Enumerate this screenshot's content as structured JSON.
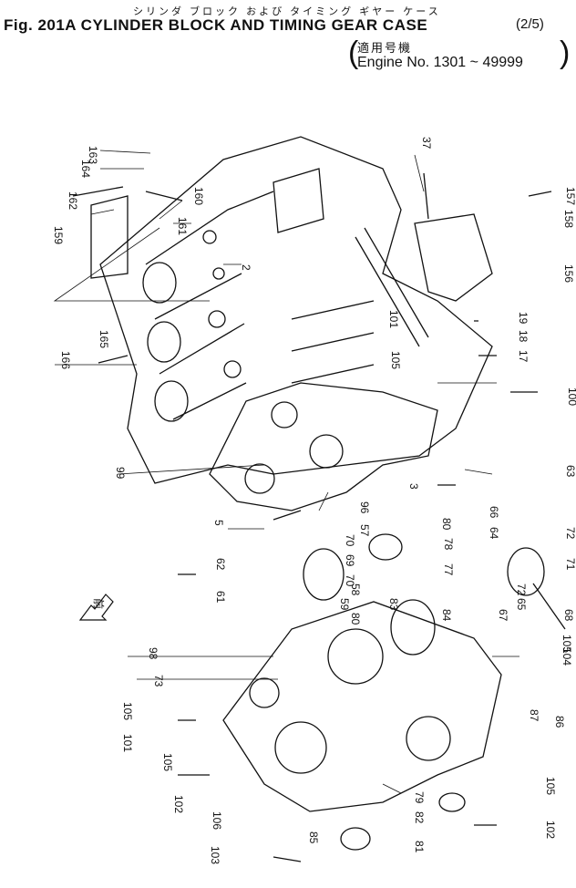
{
  "header": {
    "kana": "シリンダ ブロック および タイミング ギヤー ケース",
    "title": "Fig. 201A CYLINDER BLOCK AND TIMING GEAR CASE",
    "fraction": "(2/5)",
    "kanji": "適用号機",
    "engine": "Engine No. 1301 ~ 49999"
  },
  "arrow_label": "前",
  "parts": [
    {
      "id": "p163",
      "label": "163"
    },
    {
      "id": "p164",
      "label": "164"
    },
    {
      "id": "p162",
      "label": "162"
    },
    {
      "id": "p159",
      "label": "159"
    },
    {
      "id": "p160",
      "label": "160"
    },
    {
      "id": "p161",
      "label": "161"
    },
    {
      "id": "p2",
      "label": "2"
    },
    {
      "id": "p37",
      "label": "37"
    },
    {
      "id": "p157",
      "label": "157"
    },
    {
      "id": "p158",
      "label": "158"
    },
    {
      "id": "p156",
      "label": "156"
    },
    {
      "id": "p101",
      "label": "101"
    },
    {
      "id": "p19",
      "label": "19"
    },
    {
      "id": "p18",
      "label": "18"
    },
    {
      "id": "p17",
      "label": "17"
    },
    {
      "id": "p105a",
      "label": "105"
    },
    {
      "id": "p165",
      "label": "165"
    },
    {
      "id": "p166",
      "label": "166"
    },
    {
      "id": "p100",
      "label": "100"
    },
    {
      "id": "p99",
      "label": "99"
    },
    {
      "id": "p63",
      "label": "63"
    },
    {
      "id": "p3",
      "label": "3"
    },
    {
      "id": "p66",
      "label": "66"
    },
    {
      "id": "p96",
      "label": "96"
    },
    {
      "id": "p5",
      "label": "5"
    },
    {
      "id": "p57",
      "label": "57"
    },
    {
      "id": "p80a",
      "label": "80"
    },
    {
      "id": "p64",
      "label": "64"
    },
    {
      "id": "p72a",
      "label": "72"
    },
    {
      "id": "p70a",
      "label": "70"
    },
    {
      "id": "p78",
      "label": "78"
    },
    {
      "id": "p62",
      "label": "62"
    },
    {
      "id": "p69",
      "label": "69"
    },
    {
      "id": "p71",
      "label": "71"
    },
    {
      "id": "p77",
      "label": "77"
    },
    {
      "id": "p70b",
      "label": "70"
    },
    {
      "id": "p58a",
      "label": "58"
    },
    {
      "id": "p72b",
      "label": "72"
    },
    {
      "id": "p61",
      "label": "61"
    },
    {
      "id": "p59",
      "label": "59"
    },
    {
      "id": "p83",
      "label": "83"
    },
    {
      "id": "p65",
      "label": "65"
    },
    {
      "id": "p80b",
      "label": "80"
    },
    {
      "id": "p67",
      "label": "67"
    },
    {
      "id": "p68",
      "label": "68"
    },
    {
      "id": "p84",
      "label": "84"
    },
    {
      "id": "p98",
      "label": "98"
    },
    {
      "id": "p105b",
      "label": "105"
    },
    {
      "id": "p104",
      "label": "104"
    },
    {
      "id": "p73",
      "label": "73"
    },
    {
      "id": "p105c",
      "label": "105"
    },
    {
      "id": "p87",
      "label": "87"
    },
    {
      "id": "p86",
      "label": "86"
    },
    {
      "id": "p101b",
      "label": "101"
    },
    {
      "id": "p105d",
      "label": "105"
    },
    {
      "id": "p105e",
      "label": "105"
    },
    {
      "id": "p79",
      "label": "79"
    },
    {
      "id": "p102a",
      "label": "102"
    },
    {
      "id": "p106",
      "label": "106"
    },
    {
      "id": "p82",
      "label": "82"
    },
    {
      "id": "p85",
      "label": "85"
    },
    {
      "id": "p81",
      "label": "81"
    },
    {
      "id": "p102b",
      "label": "102"
    },
    {
      "id": "p103",
      "label": "103"
    }
  ]
}
